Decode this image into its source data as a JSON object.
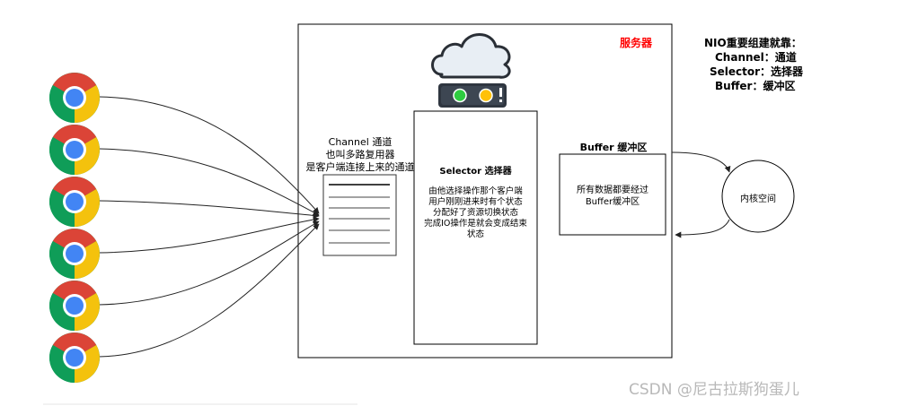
{
  "server": {
    "label": "服务器",
    "label_color": "#ff0000"
  },
  "channel": {
    "lines": [
      "Channel 通道",
      "也叫多路复用器",
      "是客户端连接上来的通道"
    ]
  },
  "selector": {
    "title": "Selector 选择器",
    "desc": [
      "由他选择操作那个客户端",
      "用户刚刚进来时有个状态",
      "分配好了资源切换状态",
      "完成IO操作是就会变成结束",
      "状态"
    ]
  },
  "buffer": {
    "title": "Buffer 缓冲区",
    "desc": [
      "所有数据都要经过",
      "Buffer缓冲区"
    ]
  },
  "kernel": {
    "label": "内核空间"
  },
  "notes": {
    "title": "NIO重要组建就靠：",
    "items": [
      "Channel：通道",
      "Selector：选择器",
      "Buffer：缓冲区"
    ]
  },
  "watermark": "CSDN @尼古拉斯狗蛋儿",
  "clients": {
    "icon": "chrome-icon",
    "count": 6
  },
  "colors": {
    "chrome_red": "#db4437",
    "chrome_yellow": "#f4c20d",
    "chrome_green": "#0f9d58",
    "chrome_blue": "#4285f4",
    "cloud_fill": "#e8eef4",
    "led_green": "#2ecc40",
    "led_yellow": "#ffc107"
  }
}
